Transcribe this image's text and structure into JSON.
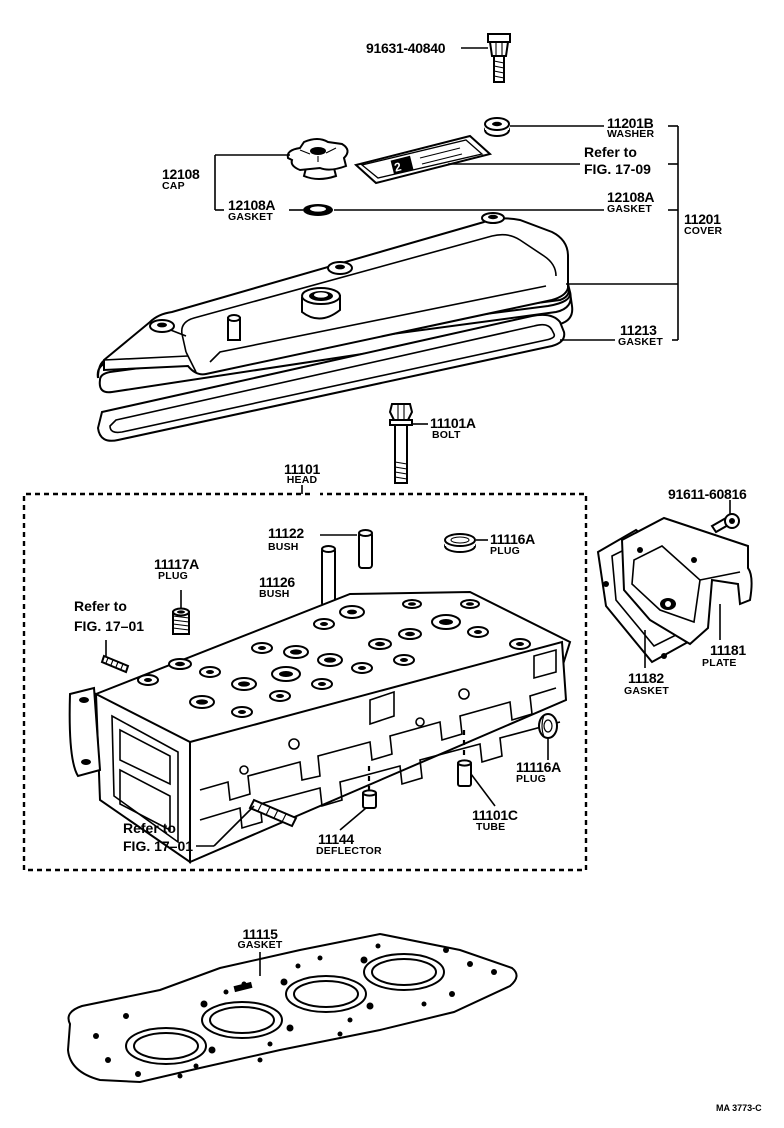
{
  "diagram": {
    "labels": {
      "bolt_top": "91631-40840",
      "washer_num": "11201B",
      "washer_name": "WASHER",
      "refer_1709_a": "Refer to",
      "refer_1709_b": "FIG. 17-09",
      "cap_num": "12108",
      "cap_name": "CAP",
      "gasket_cap_left_num": "12108A",
      "gasket_cap_left_name": "GASKET",
      "gasket_cap_right_num": "12108A",
      "gasket_cap_right_name": "GASKET",
      "cover_num": "11201",
      "cover_name": "COVER",
      "cover_gasket_num": "11213",
      "cover_gasket_name": "GASKET",
      "bolt_head_num": "11101A",
      "bolt_head_name": "BOLT",
      "head_num": "11101",
      "head_name": "HEAD",
      "bush_short_num": "11122",
      "bush_short_name": "BUSH",
      "bush_long_num": "11126",
      "bush_long_name": "BUSH",
      "plug_top_num": "11116A",
      "plug_top_name": "PLUG",
      "plug_left_num": "11117A",
      "plug_left_name": "PLUG",
      "refer_1701_top_a": "Refer to",
      "refer_1701_top_b": "FIG. 17–01",
      "bolt_plate_num": "91611-60816",
      "plate_num": "11181",
      "plate_name": "PLATE",
      "plate_gasket_num": "11182",
      "plate_gasket_name": "GASKET",
      "plug_right_num": "11116A",
      "plug_right_name": "PLUG",
      "tube_num": "11101C",
      "tube_name": "TUBE",
      "deflector_num": "11144",
      "deflector_name": "DEFLECTOR",
      "refer_1701_bot_a": "Refer to",
      "refer_1701_bot_b": "FIG. 17–01",
      "head_gasket_num": "11115",
      "head_gasket_name": "GASKET",
      "footer_code": "MA 3773-C"
    }
  }
}
